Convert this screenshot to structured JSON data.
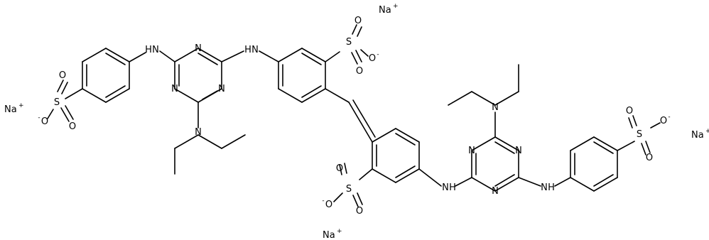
{
  "molecule": {
    "atoms": {
      "N": "N",
      "NH": "H",
      "S": "S",
      "O": "O",
      "charge_minus": "-",
      "Na": "Na",
      "charge_plus": "+"
    }
  }
}
